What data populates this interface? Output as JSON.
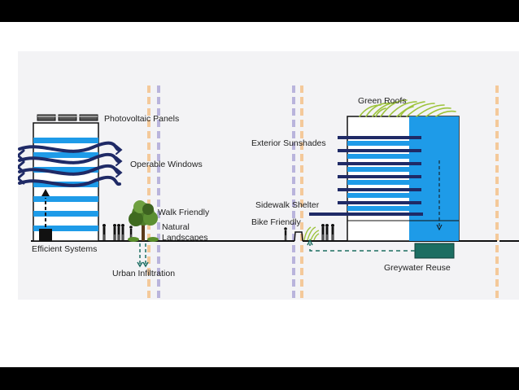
{
  "labels": {
    "photovoltaic_panels": "Photovoltaic Panels",
    "operable_windows": "Operable Windows",
    "efficient_systems": "Efficient Systems",
    "walk_friendly": "Walk Friendly",
    "natural_landscapes": [
      "Natural",
      "Landscapes"
    ],
    "urban_infiltration": "Urban Infiltration",
    "exterior_sunshades": "Exterior Sunshades",
    "sidewalk_shelter": "Sidewalk Shelter",
    "bike_friendly": "Bike Friendly",
    "green_roofs": "Green Roofs",
    "greywater_reuse": "Greywater Reuse"
  },
  "colors": {
    "background": "#f3f3f5",
    "window_blue": "#1e9be8",
    "navy": "#1f2a66",
    "marker_orange": "#f4c99a",
    "marker_lavender": "#b9b4dc",
    "greywater_tank": "#1c6e62",
    "ground": "#000000"
  }
}
